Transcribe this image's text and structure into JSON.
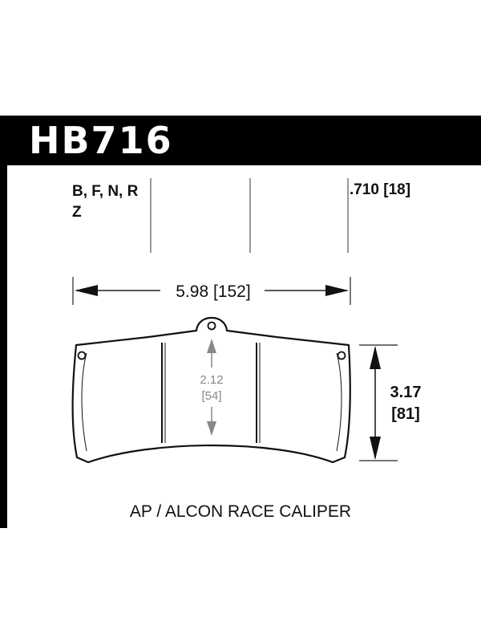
{
  "part_number": "HB716",
  "compounds": {
    "line1": "B, F, N, R",
    "line2": "Z"
  },
  "thickness": ".710 [18]",
  "dimensions": {
    "width": "5.98 [152]",
    "height_in": "3.17",
    "height_mm": "[81]",
    "inner_height_in": "2.12",
    "inner_height_mm": "[54]"
  },
  "caliper": "AP / ALCON RACE CALIPER"
}
